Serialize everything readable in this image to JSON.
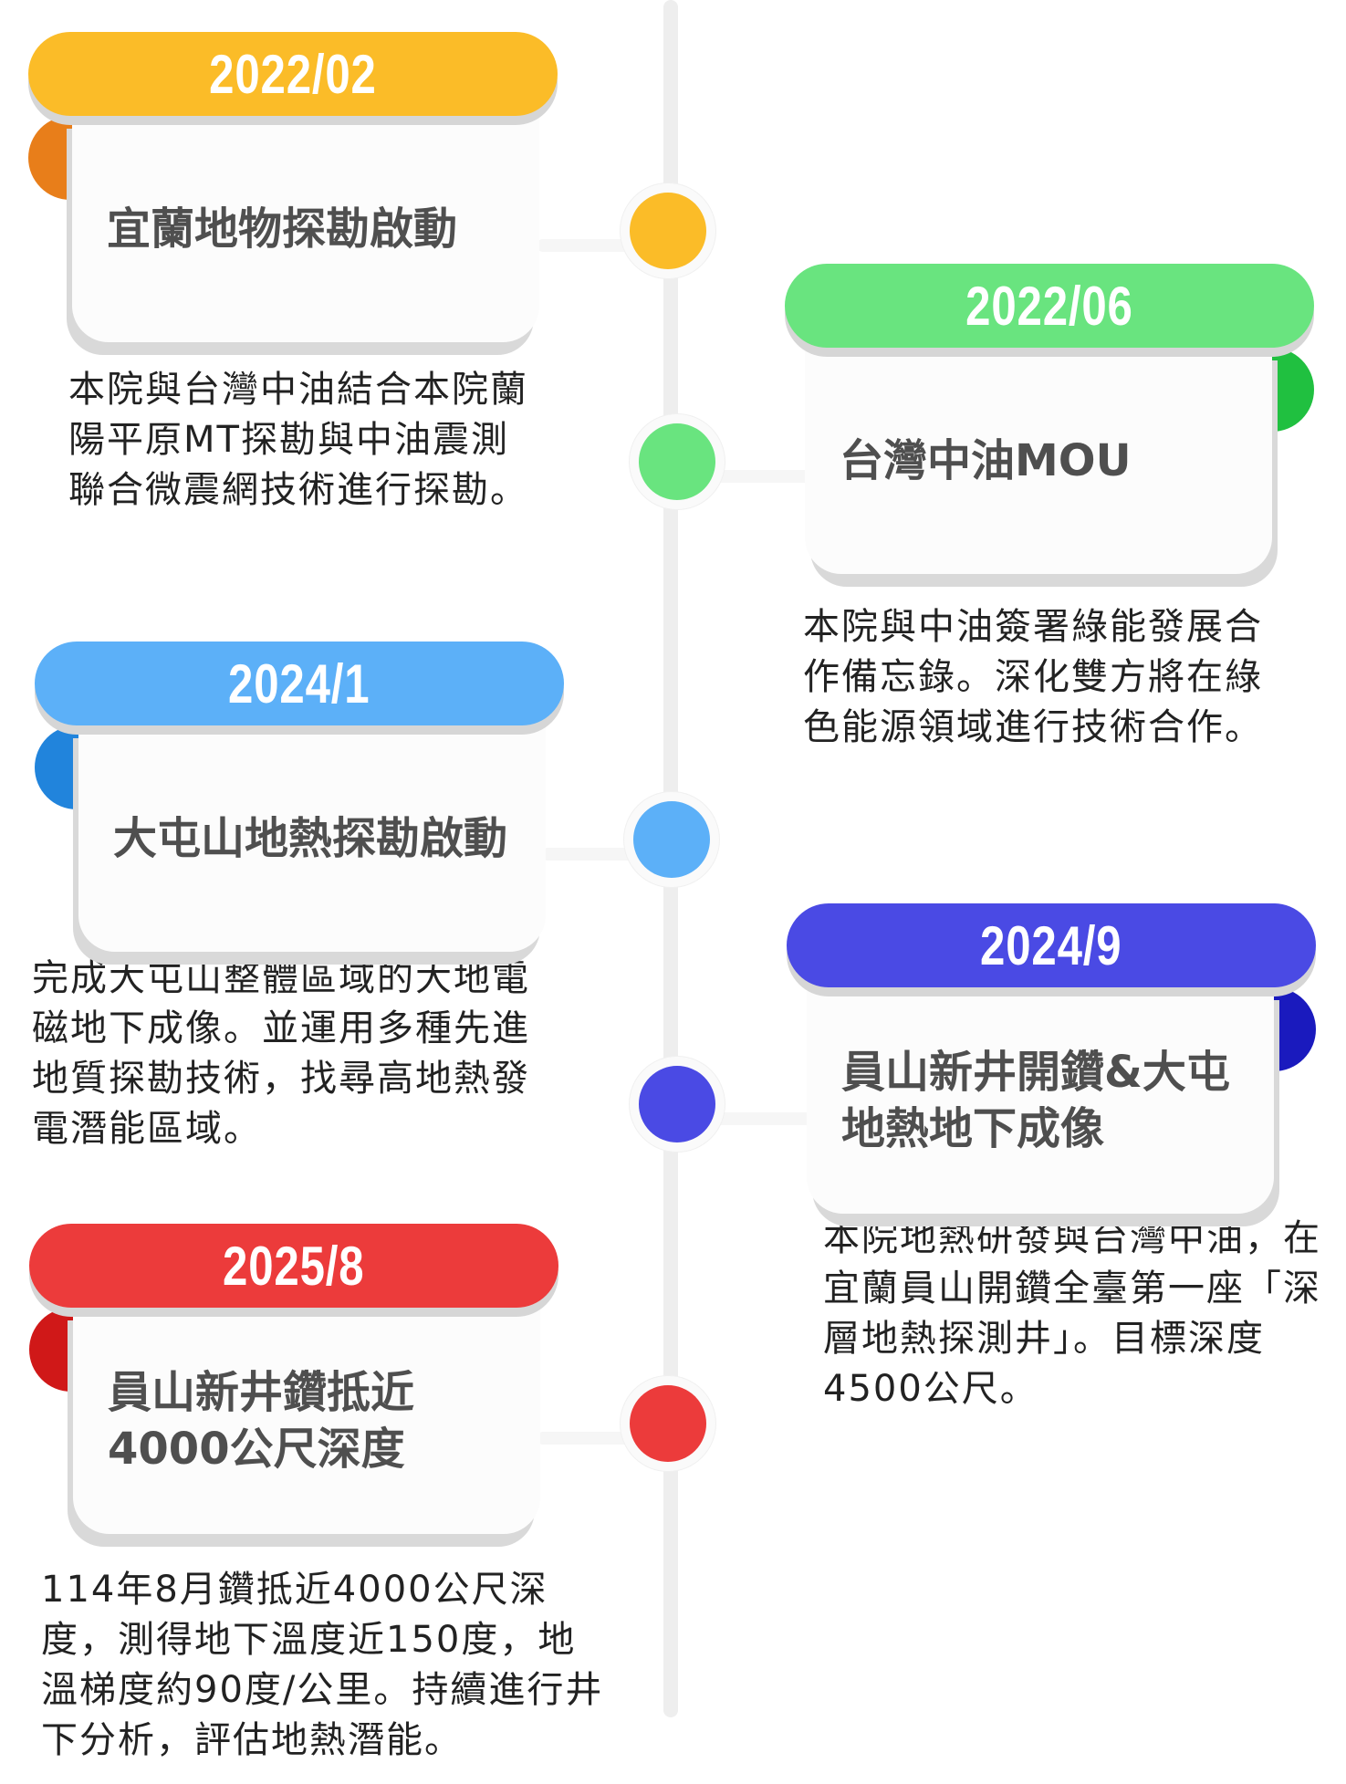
{
  "timeline": [
    {
      "date": "2022/02",
      "title": "宜蘭地物探勘啟動",
      "description": "本院與台灣中油結合本院蘭陽平原MT探勘與中油震測聯合微震網技術進行探勘。",
      "color": "#FBBC28",
      "curl_color": "#E87E1A"
    },
    {
      "date": "2022/06",
      "title": "台灣中油MOU",
      "description": "本院與中油簽署綠能發展合作備忘錄。深化雙方將在綠色能源領域進行技術合作。",
      "color": "#69E47F",
      "curl_color": "#20C040"
    },
    {
      "date": "2024/1",
      "title": "大屯山地熱探勘啟動",
      "description": "完成大屯山整體區域的大地電磁地下成像。並運用多種先進地質探勘技術，找尋高地熱發電潛能區域。",
      "color": "#5CB0F8",
      "curl_color": "#2184DC"
    },
    {
      "date": "2024/9",
      "title": "員山新井開鑽&大屯地熱地下成像",
      "description": "本院地熱研發與台灣中油，在宜蘭員山開鑽全臺第一座「深層地熱探測井」。目標深度4500公尺。",
      "color": "#4A4AE4",
      "curl_color": "#1A1ABE"
    },
    {
      "date": "2025/8",
      "title": "員山新井鑽抵近4000公尺深度",
      "description": "114年8月鑽抵近4000公尺深度，測得地下溫度近150度，地溫梯度約90度/公里。持續進行井下分析，評估地熱潛能。",
      "color": "#EC3B3B",
      "curl_color": "#D01818"
    }
  ]
}
